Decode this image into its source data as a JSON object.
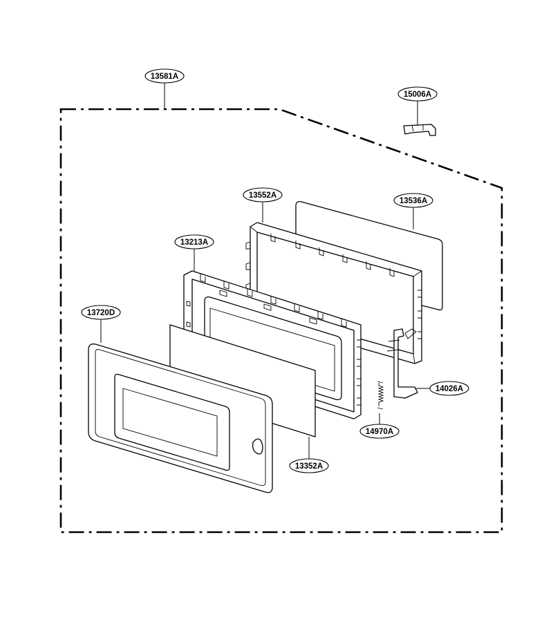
{
  "labels": {
    "assembly": "13581A",
    "clip": "15006A",
    "inner_frame": "13552A",
    "screen": "13536A",
    "door_frame": "13213A",
    "door_front": "13720D",
    "window_panel": "13352A",
    "latch": "14026A",
    "spring": "14970A"
  }
}
